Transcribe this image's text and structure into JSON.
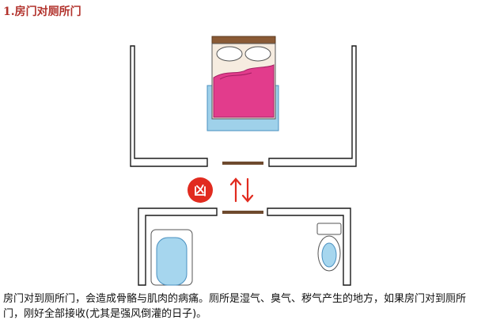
{
  "article": {
    "heading": "1.房门对厕所门",
    "caption": "房门对到厕所门，会造成骨骼与肌肉的病痛。厕所是湿气、臭气、秽气产生的地方，如果房门对到厕所门，刚好全部接收(尤其是强风倒灌的日子)。"
  },
  "illustration": {
    "warning_badge_text": "凶",
    "colors": {
      "heading": "#b2322c",
      "wall": "#1a1a1a",
      "door": "#6e4a2e",
      "bed_blanket": "#e23c8c",
      "bed_sheet_blue": "#9fd1ea",
      "bed_frame": "#8a5a35",
      "warning_badge": "#e12b1f",
      "arrow": "#e12b1f",
      "bathtub": "#a6d6ee"
    }
  }
}
